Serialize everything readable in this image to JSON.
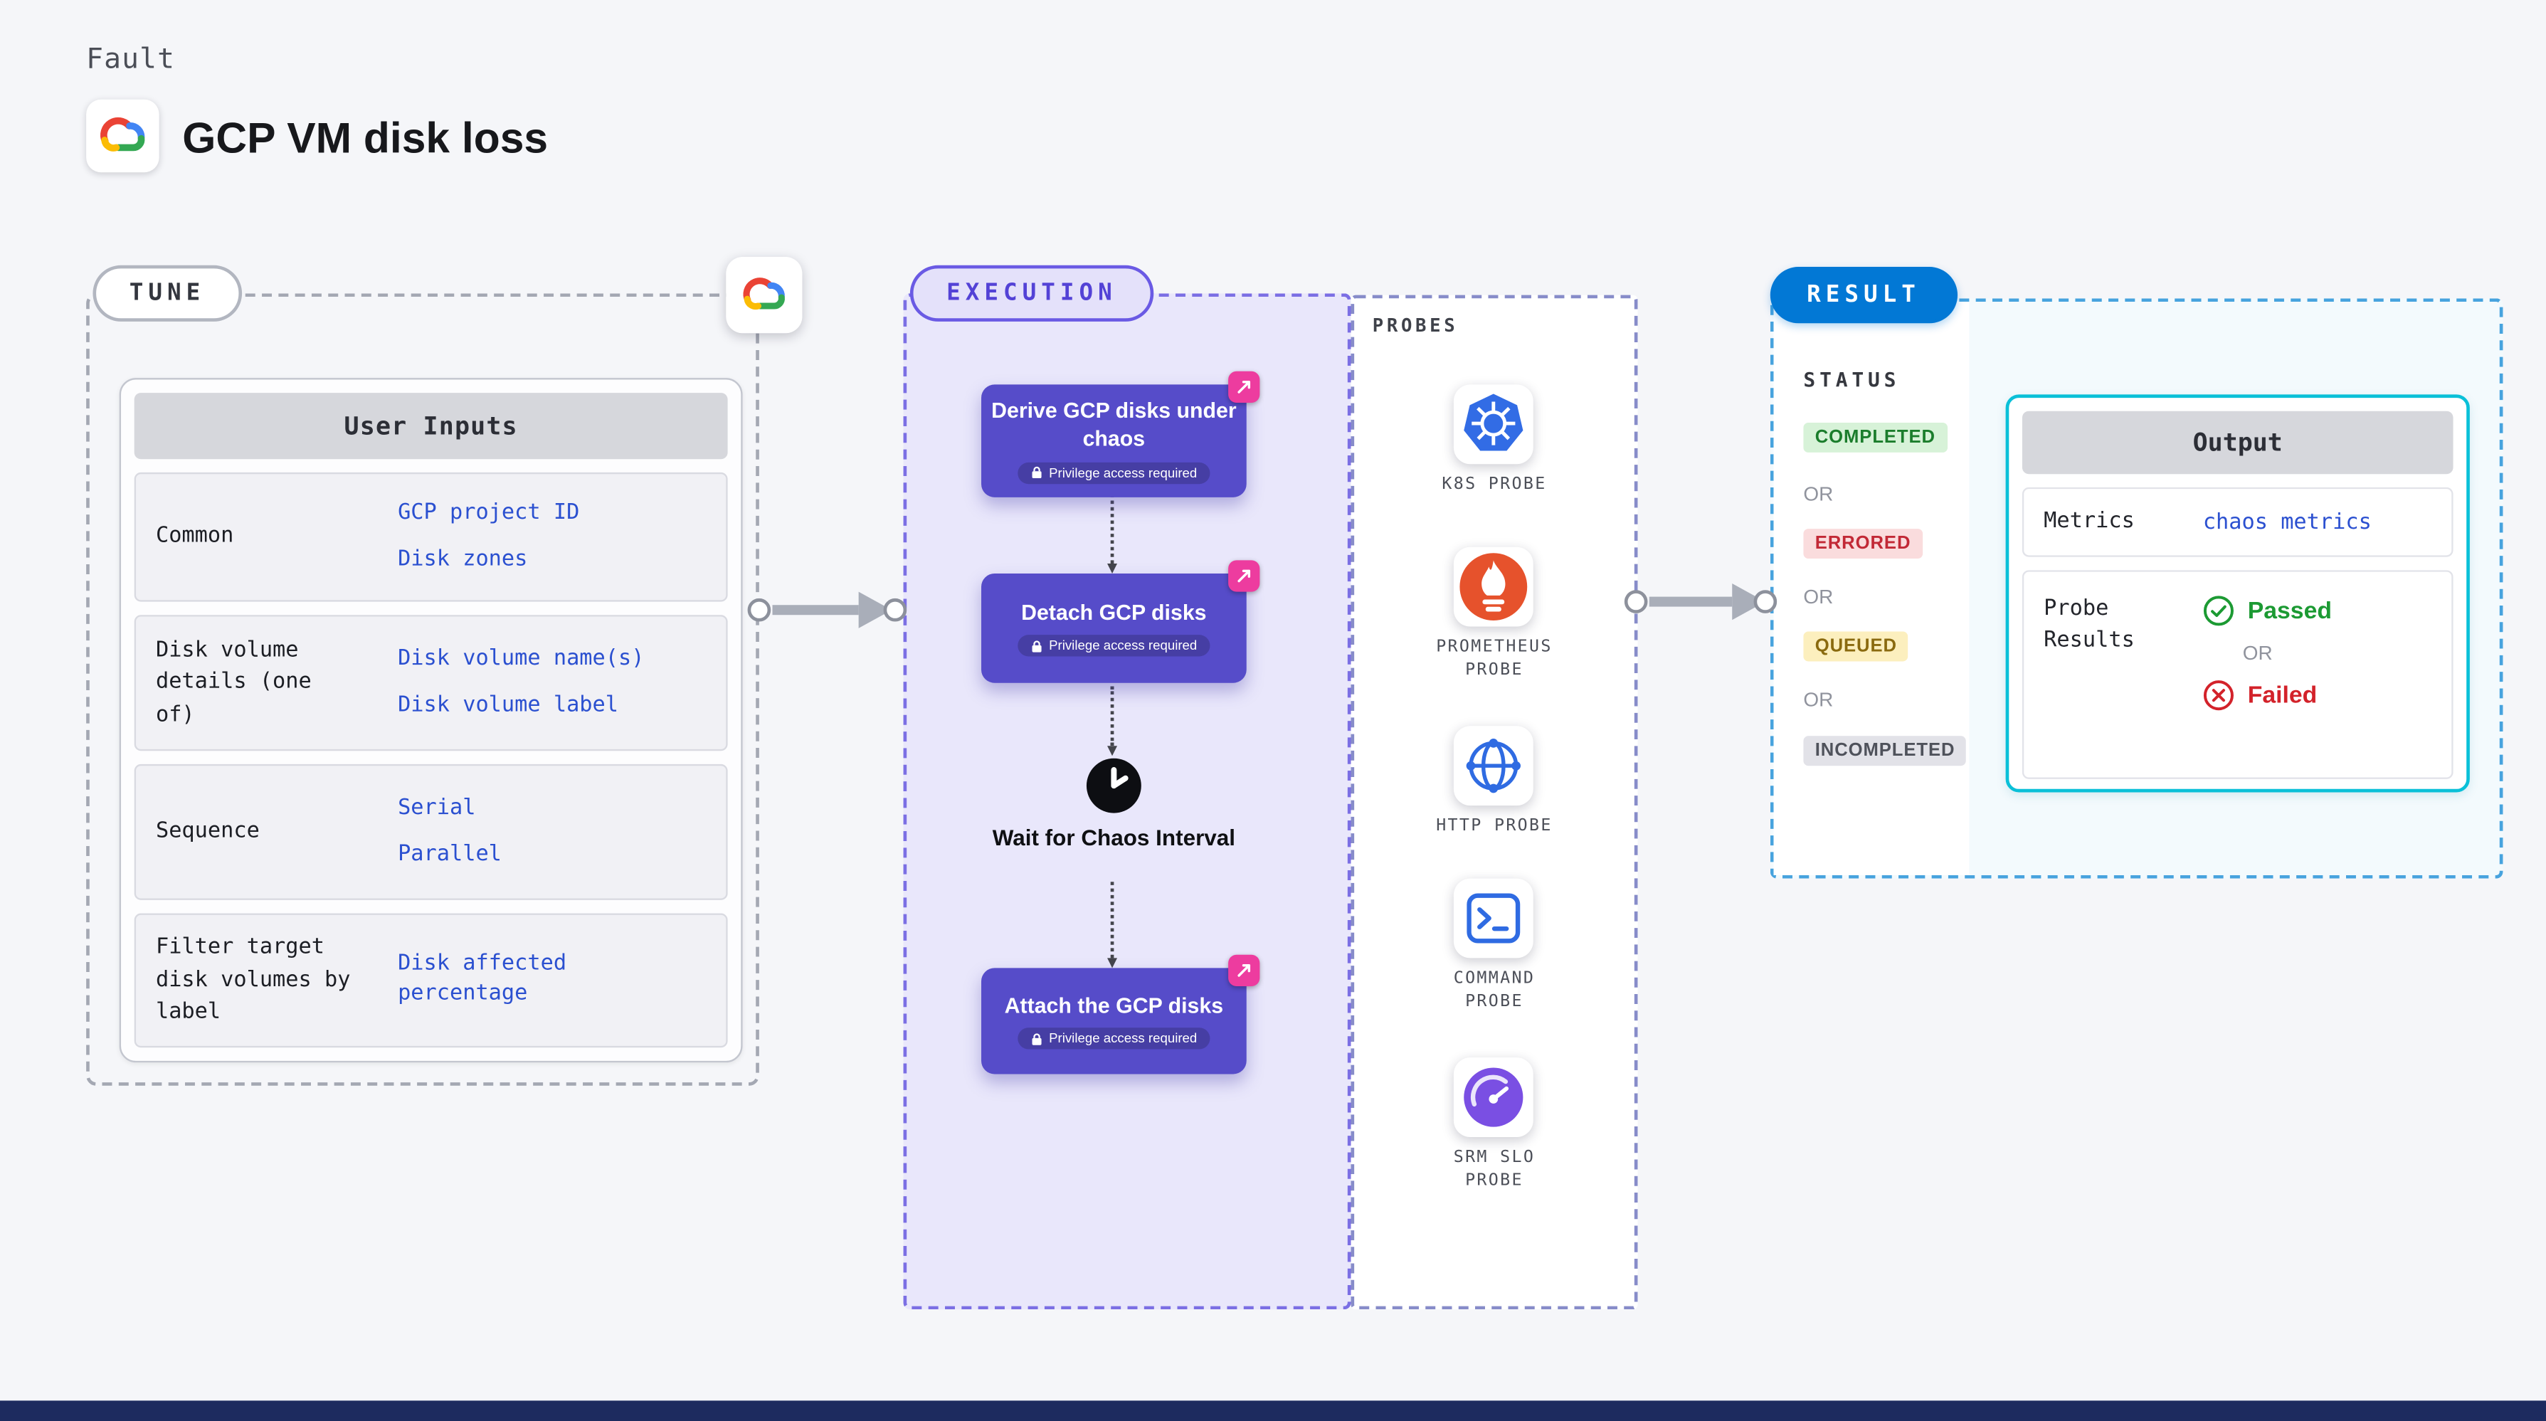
{
  "page": {
    "kicker": "Fault",
    "title": "GCP VM disk loss",
    "logo_icon": "gcp-cloud-icon"
  },
  "tune": {
    "label": "TUNE",
    "corner_icon": "gcp-cloud-icon",
    "card": {
      "header": "User Inputs",
      "rows": [
        {
          "label": "Common",
          "values": [
            "GCP project ID",
            "Disk zones"
          ]
        },
        {
          "label": "Disk volume details (one of)",
          "values": [
            "Disk volume name(s)",
            "Disk volume label"
          ]
        },
        {
          "label": "Sequence",
          "values": [
            "Serial",
            "Parallel"
          ]
        },
        {
          "label": "Filter target disk volumes by label",
          "values": [
            "Disk affected percentage"
          ]
        }
      ]
    }
  },
  "execution": {
    "label": "EXECUTION",
    "steps": [
      {
        "title": "Derive GCP disks under chaos",
        "badge": "Privilege access required",
        "icon": "chaos-step-icon"
      },
      {
        "title": "Detach GCP disks",
        "badge": "Privilege access required",
        "icon": "chaos-step-icon"
      },
      {
        "title": "Attach the GCP disks",
        "badge": "Privilege access required",
        "icon": "chaos-step-icon"
      }
    ],
    "wait": {
      "label": "Wait for Chaos Interval",
      "icon": "clock-icon"
    }
  },
  "probes": {
    "label": "PROBES",
    "items": [
      {
        "name": "K8S PROBE",
        "icon": "kubernetes-icon"
      },
      {
        "name": "PROMETHEUS PROBE",
        "icon": "prometheus-flame-icon"
      },
      {
        "name": "HTTP PROBE",
        "icon": "globe-icon"
      },
      {
        "name": "COMMAND PROBE",
        "icon": "terminal-icon"
      },
      {
        "name": "SRM SLO PROBE",
        "icon": "gauge-icon"
      }
    ]
  },
  "result": {
    "label": "RESULT",
    "status_header": "STATUS",
    "or_label": "OR",
    "statuses": [
      {
        "label": "COMPLETED",
        "bg": "#d7f2d8",
        "text": "#1b7d2c"
      },
      {
        "label": "ERRORED",
        "bg": "#fadcdd",
        "text": "#c22936"
      },
      {
        "label": "QUEUED",
        "bg": "#fcefbe",
        "text": "#8a6a0f"
      },
      {
        "label": "INCOMPLETED",
        "bg": "#e2e2e8",
        "text": "#4f525b"
      }
    ],
    "output": {
      "header": "Output",
      "metrics_label": "Metrics",
      "metrics_value": "chaos metrics",
      "probe_results_label": "Probe Results",
      "passed": "Passed",
      "failed": "Failed",
      "passed_icon": "check-circle-icon",
      "failed_icon": "x-circle-icon"
    }
  },
  "colors": {
    "page_bg": "#f5f6f9",
    "node_purple": "#564cc9",
    "execution_border": "#7b6fe4",
    "result_blue": "#0278d5",
    "output_border": "#0ac0d8",
    "link_blue": "#2b50d0",
    "chaos_pink": "#ed3c9f",
    "passed_green": "#1c9a33",
    "failed_red": "#d3222a",
    "footer_navy": "#1d2b5f"
  }
}
